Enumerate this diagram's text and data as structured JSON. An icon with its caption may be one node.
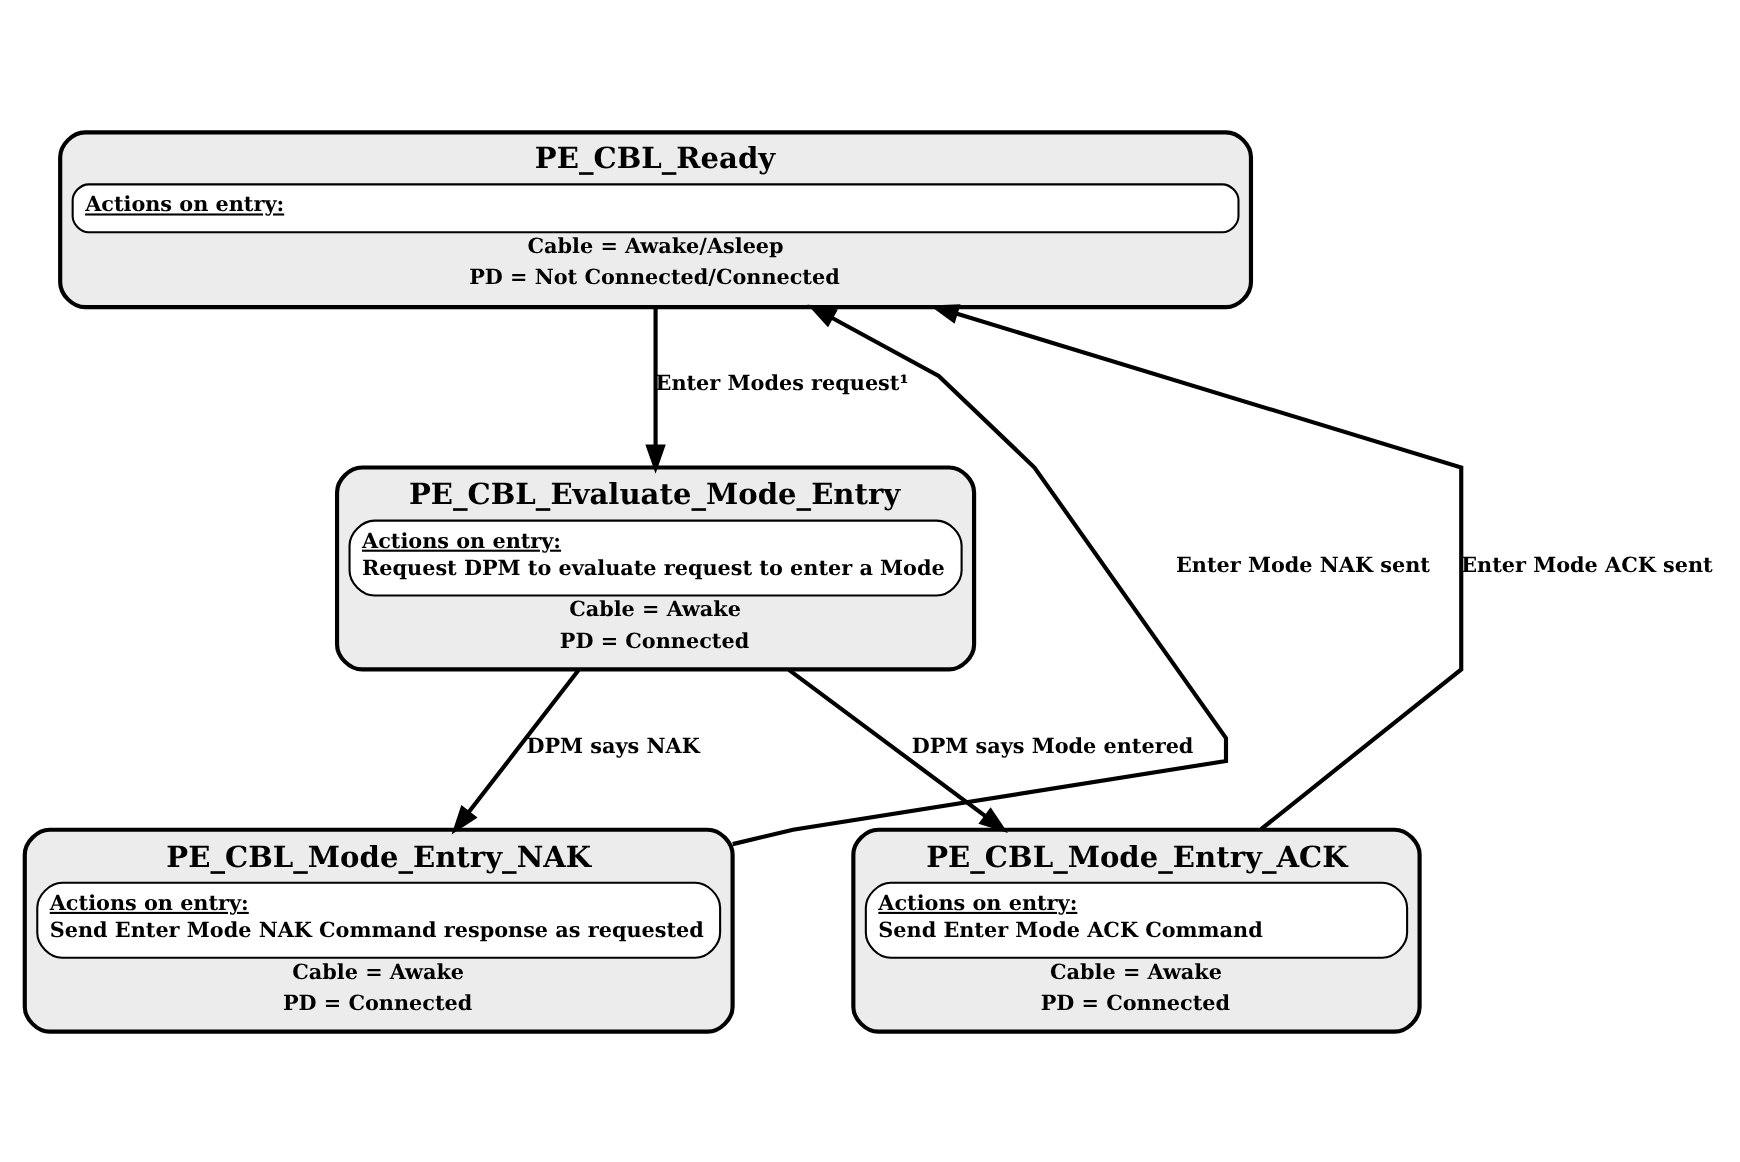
{
  "diagram": {
    "nodes": [
      {
        "text": [
          "PE_CBL_Ready",
          "Actions on entry:",
          "Cable = Awake/Asleep",
          "PD = Not Connected/Connected"
        ]
      },
      {
        "text": [
          "PE_CBL_Evaluate_Mode_Entry",
          "Actions on entry:",
          "Request DPM to evaluate request to enter a Mode",
          "Cable = Awake",
          "PD = Connected"
        ]
      },
      {
        "text": [
          "PE_CBL_Mode_Entry_NAK",
          "Actions on entry:",
          "Send Enter Mode NAK Command response as requested",
          "Cable = Awake",
          "PD = Connected"
        ]
      },
      {
        "text": [
          "PE_CBL_Mode_Entry_ACK",
          "Actions on entry:",
          "Send Enter Mode ACK Command",
          "Cable = Awake",
          "PD = Connected"
        ]
      }
    ],
    "edges": [
      {
        "from": 0,
        "to": 1,
        "arrow": "to",
        "label": "Enter Modes request¹"
      },
      {
        "from": 1,
        "to": 2,
        "arrow": "to",
        "label": "DPM says NAK"
      },
      {
        "from": 1,
        "to": 3,
        "arrow": "to",
        "label": "DPM says Mode entered"
      },
      {
        "from": 2,
        "to": 0,
        "arrow": "to",
        "label": "Enter Mode NAK sent"
      },
      {
        "from": 3,
        "to": 0,
        "arrow": "to",
        "label": "Enter Mode ACK sent"
      }
    ]
  }
}
